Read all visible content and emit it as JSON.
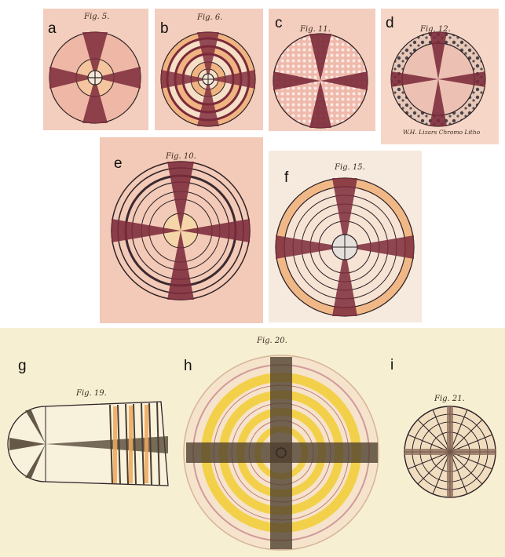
{
  "panels": [
    {
      "id": "a",
      "letter": "a",
      "caption": "Fig. 5."
    },
    {
      "id": "b",
      "letter": "b",
      "caption": "Fig. 6."
    },
    {
      "id": "c",
      "letter": "c",
      "caption": "Fig. 11."
    },
    {
      "id": "d",
      "letter": "d",
      "caption": "Fig. 12.",
      "imprint": "W.H. Lizars Chromo Litho"
    },
    {
      "id": "e",
      "letter": "e",
      "caption": "Fig. 10."
    },
    {
      "id": "f",
      "letter": "f",
      "caption": "Fig. 15."
    },
    {
      "id": "g",
      "letter": "g",
      "caption": "Fig. 19."
    },
    {
      "id": "h",
      "letter": "h",
      "caption": "Fig. 20."
    },
    {
      "id": "i",
      "letter": "i",
      "caption": "Fig. 21."
    }
  ],
  "colors": {
    "paper_pink": "#f3cdbd",
    "paper_cream": "#f7efd2",
    "maroon": "#7b2a3a",
    "ink": "#2c2226",
    "orange": "#f0b070",
    "yellow": "#f2d04a",
    "dark_brown": "#4b3d2d"
  }
}
